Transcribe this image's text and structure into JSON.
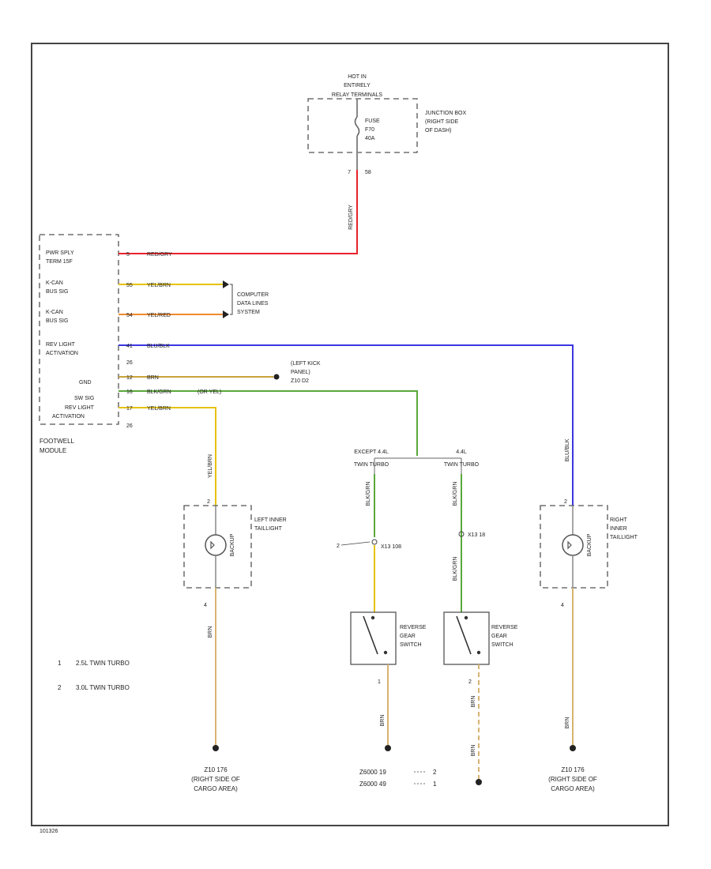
{
  "diagram_id": "101326",
  "fuse_box": {
    "hot_lines": [
      "HOT IN",
      "ENTIRELY",
      "RELAY TERMINALS"
    ],
    "fuse_lines": [
      "FUSE",
      "F70",
      "40A"
    ],
    "location_lines": [
      "JUNCTION BOX",
      "(RIGHT SIDE",
      "OF DASH)"
    ],
    "pin_left": "7",
    "pin_right": "58"
  },
  "footwell_module": {
    "name_lines": [
      "FOOTWELL",
      "MODULE"
    ],
    "pins": [
      {
        "label_lines": [
          "PWR SPLY",
          "TERM 15F"
        ],
        "pin": "5",
        "wire": "RED/GRY",
        "color": "#e8222b"
      },
      {
        "label_lines": [
          "K-CAN",
          "BUS SIG"
        ],
        "pin": "55",
        "wire": "YEL/BRN",
        "color": "#e6c200"
      },
      {
        "label_lines": [
          "K-CAN",
          "BUS SIG"
        ],
        "pin": "54",
        "wire": "YEL/RED",
        "color": "#f08a2c"
      },
      {
        "label_lines": [
          "REV LIGHT",
          "ACTIVATION"
        ],
        "pin": "41",
        "wire": "BLU/BLK",
        "color": "#3b36e0"
      },
      {
        "label_lines": [
          "GND"
        ],
        "pin": "12",
        "wire": "BRN",
        "color": "#c9a23a"
      },
      {
        "label_lines": [
          "SW SIG"
        ],
        "pin": "16",
        "wire": "BLK/GRN",
        "extra": "(OR YEL)",
        "color": "#5aa83a"
      },
      {
        "label_lines": [
          "REV LIGHT",
          "ACTIVATION"
        ],
        "pin": "17",
        "wire": "YEL/BRN",
        "color": "#e6c200"
      }
    ],
    "extra_pins": [
      "26",
      "26"
    ]
  },
  "computer_data_lines": [
    "COMPUTER",
    "DATA LINES",
    "SYSTEM"
  ],
  "left_kick_panel": [
    "(LEFT KICK",
    "PANEL)",
    "Z10 D2"
  ],
  "left_taillight": {
    "label_lines": [
      "LEFT INNER",
      "TAILLIGHT"
    ],
    "bulb": "BACKUP",
    "pin_top": "2",
    "pin_bottom": "4",
    "wire_top": "YEL/BRN",
    "wire_bottom": "BRN"
  },
  "right_taillight": {
    "label_lines": [
      "RIGHT",
      "INNER",
      "TAILLIGHT"
    ],
    "bulb": "BACKUP",
    "pin_top": "2",
    "pin_bottom": "4",
    "wire_top": "BLU/BLK",
    "wire_bottom": "BRN"
  },
  "splice_left": [
    "EXCEPT 4.4L",
    "TWIN TURBO"
  ],
  "splice_right": [
    "4.4L",
    "TWIN TURBO"
  ],
  "left_switch": {
    "label_lines": [
      "REVERSE",
      "GEAR",
      "SWITCH"
    ],
    "wire_top": "BLK/GRN",
    "connector": "X13 108",
    "callout": "2",
    "pin_bottom": "1",
    "wire_bottom": "BRN"
  },
  "right_switch": {
    "label_lines": [
      "REVERSE",
      "GEAR",
      "SWITCH"
    ],
    "wire_top": "BLK/GRN",
    "connector": "X13 18",
    "pin_bottom": "2",
    "wire_bottom": "BRN",
    "wire_bottom2": "BRN"
  },
  "legend": [
    {
      "num": "1",
      "text": "2.5L TWIN TURBO"
    },
    {
      "num": "2",
      "text": "3.0L TWIN TURBO"
    }
  ],
  "grounds": {
    "left": [
      "Z10 176",
      "(RIGHT SIDE OF",
      "CARGO AREA)"
    ],
    "middle": [
      {
        "text": "Z6000 19",
        "ref": "2"
      },
      {
        "text": "Z6000 49",
        "ref": "1"
      }
    ],
    "right": [
      "Z10 176",
      "(RIGHT SIDE OF",
      "CARGO AREA)"
    ]
  },
  "colors": {
    "red": "#e8222b",
    "yellow": "#e6c200",
    "orange": "#f08a2c",
    "blue": "#3b36e0",
    "brown": "#c9a23a",
    "green": "#5aa83a",
    "tan": "#d8b370",
    "frame": "#444444"
  }
}
